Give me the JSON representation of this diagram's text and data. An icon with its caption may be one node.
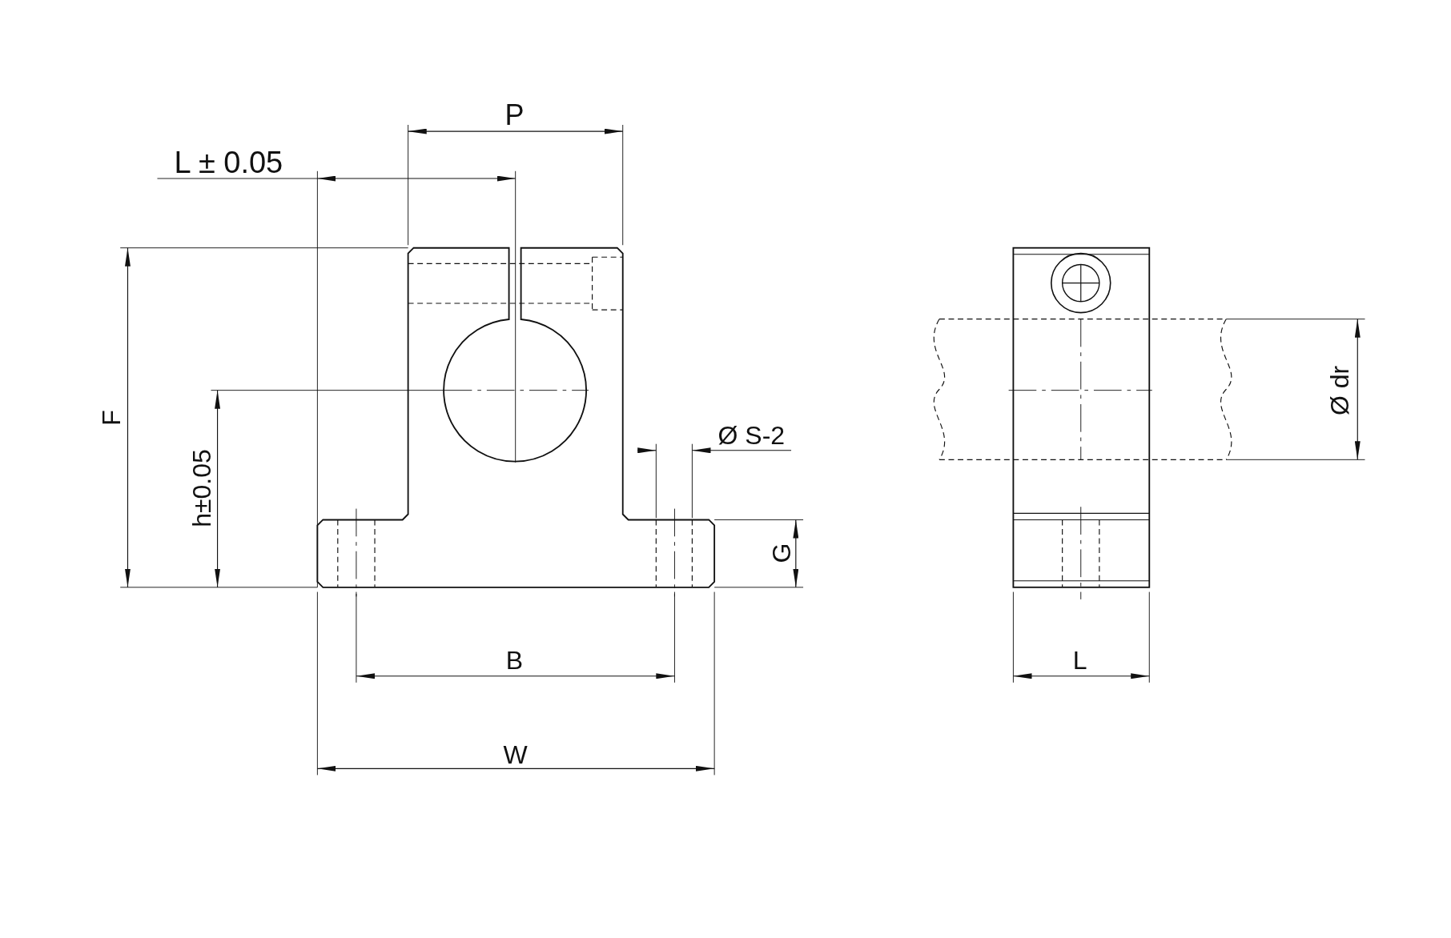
{
  "diagram": {
    "labels": [
      "P",
      "L ± 0.05",
      "F",
      "h±0.05",
      "Ø S-2",
      "G",
      "B",
      "W",
      "Ø dr",
      "L"
    ]
  }
}
